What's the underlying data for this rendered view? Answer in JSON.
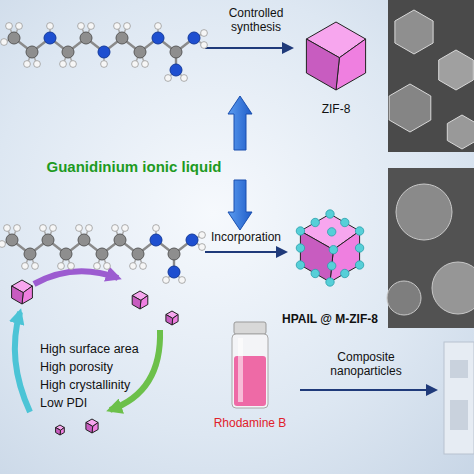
{
  "diagram": {
    "nodes": [
      {
        "text": [
          "ZIF-8"
        ]
      },
      {
        "text": [
          "HPAIL @ M-ZIF-8"
        ]
      },
      {
        "text": [
          "Rhodamine B"
        ]
      }
    ],
    "labels": [
      "Controlled synthesis",
      "Guanidinium ionic liquid",
      "Incorporation",
      "High surface area",
      "High porosity",
      "High crystallinity",
      "Low PDI",
      "Composite nanoparticles"
    ]
  }
}
